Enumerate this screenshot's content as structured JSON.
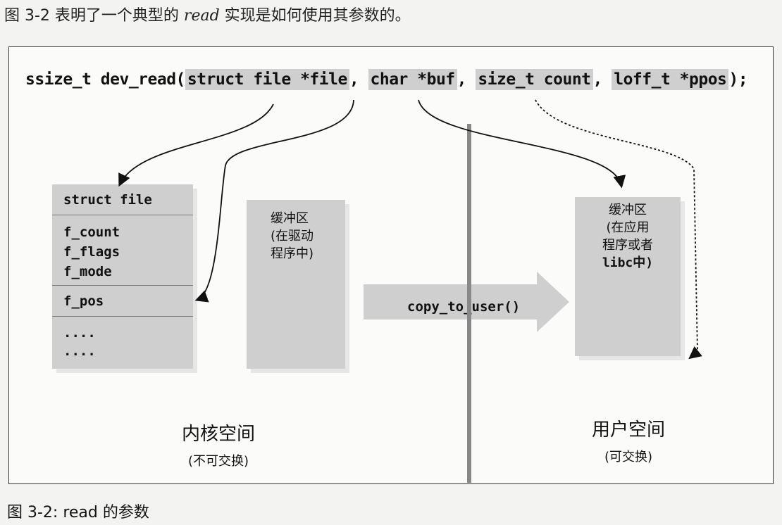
{
  "intro": {
    "prefix": "图 3-2 表明了一个典型的",
    "italic_word": "read",
    "suffix": "实现是如何使用其参数的。"
  },
  "signature": {
    "prefix": "ssize_t dev_read(",
    "params": [
      "struct file *file",
      "char *buf",
      "size_t count",
      "loff_t *ppos"
    ],
    "separators": [
      ", ",
      ", ",
      ", "
    ],
    "suffix": ");"
  },
  "struct_file": {
    "header": "struct file",
    "fields_group": [
      "f_count",
      "f_flags",
      "f_mode"
    ],
    "pos_field": "f_pos",
    "ellipsis": [
      "....",
      "...."
    ]
  },
  "kernel_buffer": {
    "lines": [
      "缓冲区",
      "(在驱动",
      "程序中)"
    ]
  },
  "user_buffer": {
    "lines": [
      "缓冲区",
      "(在应用",
      "程序或者",
      "libc中)"
    ]
  },
  "transfer": {
    "label": "copy_to_user()"
  },
  "kernel_space": {
    "title": "内核空间",
    "subtitle": "(不可交换)"
  },
  "user_space": {
    "title": "用户空间",
    "subtitle": "(可交换)"
  },
  "caption": {
    "text": "图 3-2: read 的参数"
  }
}
